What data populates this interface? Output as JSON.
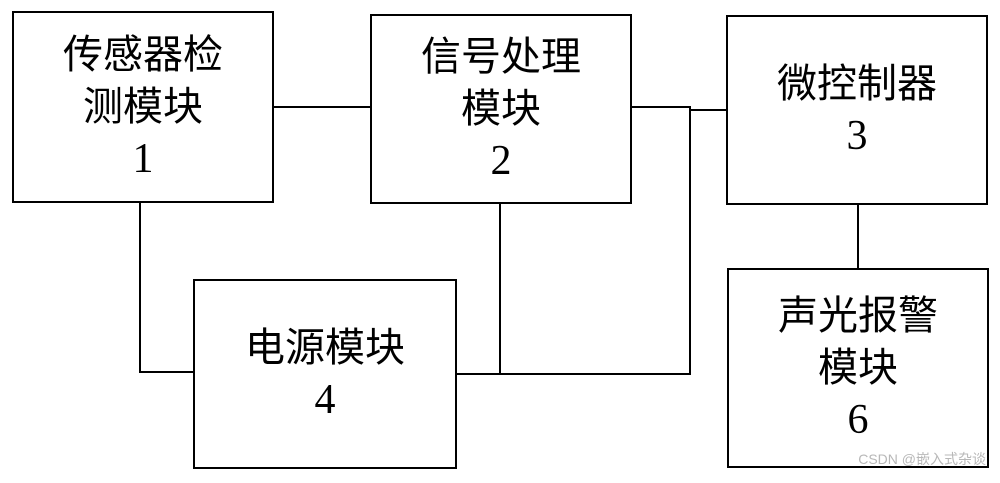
{
  "diagram": {
    "nodes": [
      {
        "id": "sensor",
        "lines": [
          "传感器检",
          "测模块"
        ],
        "number": "1"
      },
      {
        "id": "signal",
        "lines": [
          "信号处理",
          "模块"
        ],
        "number": "2"
      },
      {
        "id": "mcu",
        "lines": [
          "微控制器"
        ],
        "number": "3"
      },
      {
        "id": "power",
        "lines": [
          "电源模块"
        ],
        "number": "4"
      },
      {
        "id": "alarm",
        "lines": [
          "声光报警",
          "模块"
        ],
        "number": "6"
      }
    ]
  },
  "watermark": "CSDN @嵌入式杂谈"
}
